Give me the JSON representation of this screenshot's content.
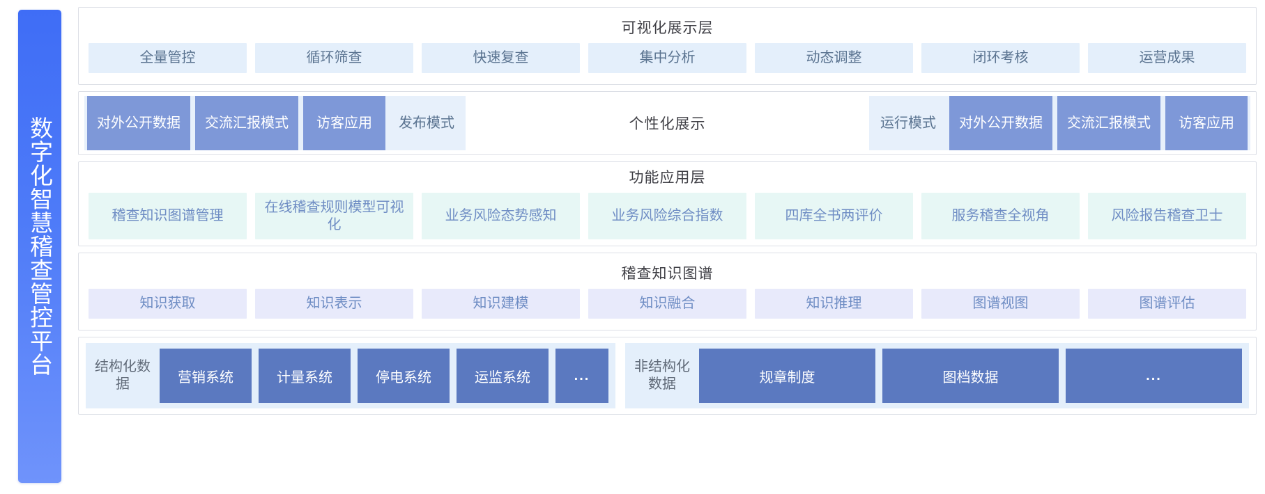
{
  "sidebar": {
    "title": "数字化智慧稽查管控平台"
  },
  "layers": {
    "visualization": {
      "title": "可视化展示层",
      "chips": [
        "全量管控",
        "循环筛查",
        "快速复查",
        "集中分析",
        "动态调整",
        "闭环考核",
        "运营成果"
      ]
    },
    "modes": {
      "center_label": "个性化展示",
      "left_group": [
        {
          "label": "对外公开数据",
          "style": "solid"
        },
        {
          "label": "交流汇报模式",
          "style": "solid"
        },
        {
          "label": "访客应用",
          "style": "solid"
        },
        {
          "label": "发布模式",
          "style": "ghost"
        }
      ],
      "right_group": [
        {
          "label": "运行模式",
          "style": "ghost"
        },
        {
          "label": "对外公开数据",
          "style": "solid"
        },
        {
          "label": "交流汇报模式",
          "style": "solid"
        },
        {
          "label": "访客应用",
          "style": "solid"
        }
      ]
    },
    "functional": {
      "title": "功能应用层",
      "chips": [
        "稽查知识图谱管理",
        "在线稽查规则模型可视化",
        "业务风险态势感知",
        "业务风险综合指数",
        "四库全书两评价",
        "服务稽查全视角",
        "风险报告稽查卫士"
      ]
    },
    "knowledge_graph": {
      "title": "稽查知识图谱",
      "chips": [
        "知识获取",
        "知识表示",
        "知识建模",
        "知识融合",
        "知识推理",
        "图谱视图",
        "图谱评估"
      ]
    },
    "data_sources": {
      "structured": {
        "label": "结构化数据",
        "tiles": [
          "营销系统",
          "计量系统",
          "停电系统",
          "运监系统",
          "..."
        ]
      },
      "unstructured": {
        "label": "非结构化数据",
        "tiles": [
          "规章制度",
          "图档数据",
          "..."
        ]
      }
    }
  },
  "colors": {
    "brand_blue": "#4e7bf8",
    "chip_vis_bg": "#e4effb",
    "chip_func_bg": "#e7f7f5",
    "chip_kg_bg": "#e8eafb",
    "mode_solid_bg": "#7e98d8",
    "data_tile_bg": "#5b79c0"
  }
}
